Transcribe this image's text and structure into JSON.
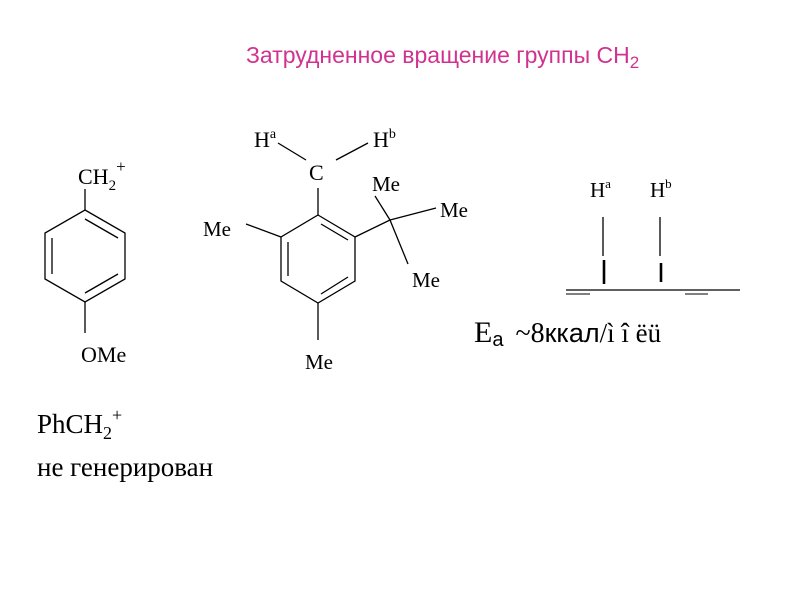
{
  "title": {
    "text": "Затрудненное вращение  группы  CH",
    "subscript": "2"
  },
  "structure_left": {
    "substituent_top": "CH",
    "substituent_top_sub": "2",
    "charge": "+",
    "substituent_bottom": "OMe"
  },
  "structure_middle": {
    "atom_a": "H",
    "atom_a_sup": "a",
    "atom_b": "H",
    "atom_b_sup": "b",
    "carbon": "C",
    "me_left": "Me",
    "me_bottom": "Me",
    "tbu_me_top": "Me",
    "tbu_me_right": "Me",
    "tbu_me_bottom": "Me"
  },
  "spectrum": {
    "peak_a": "H",
    "peak_a_sup": "a",
    "peak_b": "H",
    "peak_b_sup": "b",
    "energy_symbol": "E",
    "energy_sub": "a",
    "energy_value_prefix": "~8",
    "energy_units": "ккал",
    "energy_garbled": "/ì î ëü"
  },
  "note": {
    "line1_prefix": "PhCH",
    "line1_sub": "2",
    "line1_sup": "+",
    "line2": "не генерирован"
  },
  "colors": {
    "title": "#d0338f",
    "lines": "#000000",
    "background": "#ffffff"
  }
}
